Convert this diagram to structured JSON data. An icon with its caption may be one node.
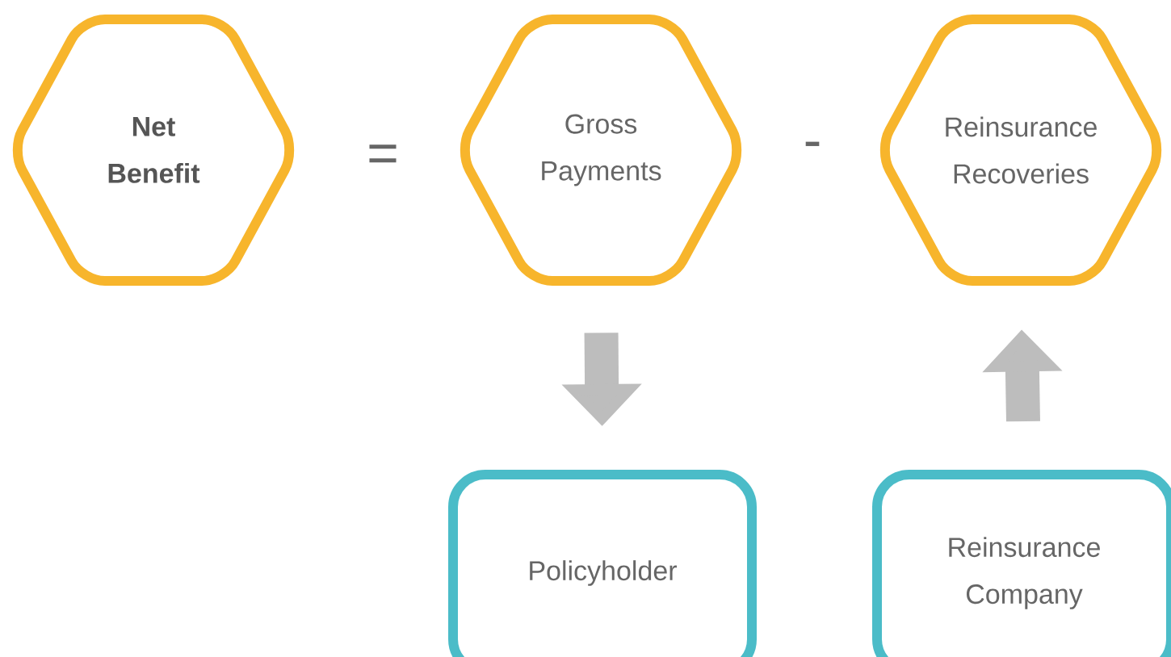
{
  "diagram": {
    "nodes": [
      {
        "text": [
          "Net Benefit"
        ]
      },
      {
        "text": [
          "Gross Payments"
        ]
      },
      {
        "text": [
          "Reinsurance Recoveries"
        ]
      },
      {
        "text": [
          "Policyholder"
        ]
      },
      {
        "text": [
          "Reinsurance Company"
        ]
      }
    ],
    "edges": [
      {
        "from": 1,
        "to": 3,
        "arrow": "to"
      },
      {
        "from": 4,
        "to": 2,
        "arrow": "to"
      }
    ],
    "labels": [
      "=",
      "-"
    ]
  }
}
